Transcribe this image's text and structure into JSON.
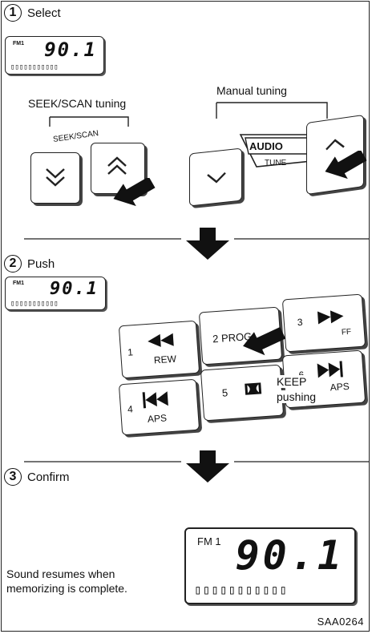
{
  "steps": [
    {
      "number": "1",
      "title": "Select"
    },
    {
      "number": "2",
      "title": "Push"
    },
    {
      "number": "3",
      "title": "Confirm"
    }
  ],
  "displays": {
    "small_band": "FM1",
    "large_band": "FM 1",
    "frequency": "90.1"
  },
  "tuning": {
    "seek_scan_title": "SEEK/SCAN tuning",
    "seek_scan_caption": "SEEK/SCAN",
    "manual_title": "Manual tuning",
    "audio_label": "AUDIO",
    "tune_label": "TUNE"
  },
  "presets": {
    "p1_num": "1",
    "p1_sub": "REW",
    "p2_label": "2  PROG",
    "p3_num": "3",
    "p3_sub": "FF",
    "p4_num": "4",
    "p4_sub": "APS",
    "p5_num": "5",
    "p6_num": "6",
    "p6_sub": "APS",
    "keep_pushing_1": "KEEP",
    "keep_pushing_2": "pushing"
  },
  "confirm_text_1": "Sound resumes when",
  "confirm_text_2": "memorizing is complete.",
  "figure_code": "SAA0264",
  "icons": [
    "circled-number",
    "arrow-down-icon",
    "pointing-arrow-icon",
    "chevron-down-icon",
    "chevron-up-icon",
    "double-chevron-down-icon",
    "double-chevron-up-icon",
    "rewind-icon",
    "fast-forward-icon",
    "skip-back-icon",
    "skip-forward-icon",
    "dolby-icon"
  ]
}
